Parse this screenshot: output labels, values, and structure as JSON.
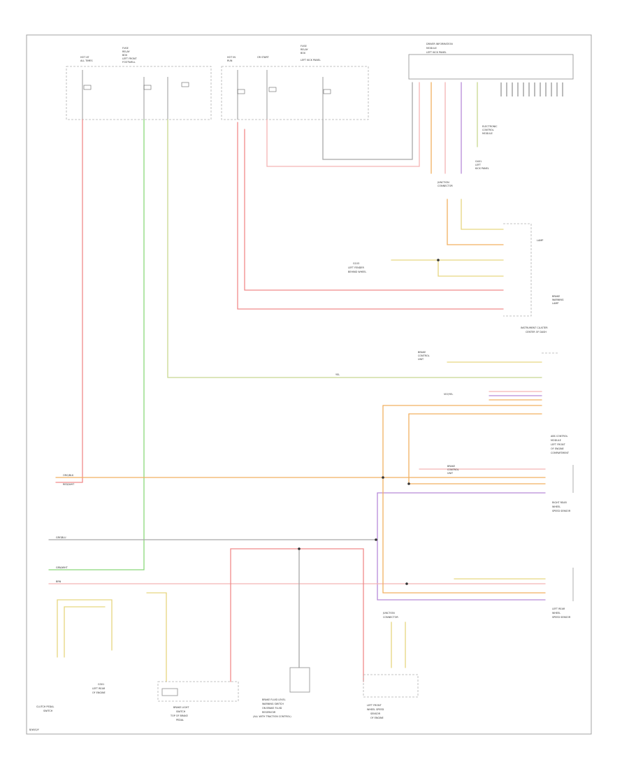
{
  "colors": {
    "red": "#f08a8a",
    "pink": "#f4b4b4",
    "green": "#8ad87a",
    "yellowgreen": "#c8d890",
    "orange": "#f2b060",
    "purple": "#b68ad8",
    "violet": "#cf9ad8",
    "grey": "#a8a8a8",
    "yellow": "#e6d680",
    "frame": "#9a9a9a"
  },
  "components": {
    "fuse_box_left": [
      "HOT AT",
      "ALL TIMES",
      "FUSE",
      "RELAY",
      "BOX",
      "LEFT FRONT",
      "FOOTWELL"
    ],
    "fuse_box_mid": [
      "HOT IN",
      "RUN",
      "OR START",
      "FUSE",
      "RELAY",
      "BOX",
      "LEFT KICK PANEL"
    ],
    "module_top_right": [
      "DRIVER INFORMATION",
      "MODULE",
      "LEFT KICK PANEL"
    ],
    "module_top_right_note": [
      "ELECTRONIC",
      "CONTROL",
      "MODULE"
    ],
    "ground_top": [
      "G401",
      "LEFT",
      "KICK PANEL"
    ],
    "junction_top": [
      "JUNCTION",
      "CONNECTOR"
    ],
    "instrument_cluster": [
      "INSTRUMENT CLUSTER",
      "CENTER OF DASH"
    ],
    "cluster_lamp1": [
      "LAMP"
    ],
    "cluster_lamp2": [
      "BRAKE",
      "WARNING",
      "LAMP"
    ],
    "ground_mid": [
      "G103",
      "LEFT FENDER",
      "BEHIND WHEEL"
    ],
    "module_right": [
      "ABS CONTROL",
      "MODULE",
      "LEFT FRONT",
      "OF ENGINE",
      "COMPARTMENT"
    ],
    "sensor_rear_right": [
      "RIGHT REAR",
      "WHEEL",
      "SPEED SENSOR"
    ],
    "sensor_rear_left": [
      "LEFT REAR",
      "WHEEL",
      "SPEED SENSOR"
    ],
    "brake_top_ground": [
      "BRAKE",
      "CONTROL",
      "UNIT"
    ],
    "brake_mid_ground": [
      "BRAKE",
      "CONTROL",
      "UNIT"
    ],
    "bottom_left_a": [
      "CLUTCH PEDAL",
      "SWITCH"
    ],
    "bottom_left_b": [
      "G301",
      "LEFT REAR",
      "OF ENGINE"
    ],
    "bottom_mid_a": [
      "BRAKE LIGHT",
      "SWITCH",
      "TOP OF BRAKE",
      "PEDAL"
    ],
    "bottom_mid_b": [
      "BRAKE FLUID LEVEL",
      "WARNING SWITCH",
      "ON BRAKE FLUID",
      "RESERVOIR",
      "(ALL WITH TRACTION CONTROL)"
    ],
    "bottom_right": [
      "LEFT FRONT",
      "WHEEL SPEED",
      "SENSOR",
      "OF ENGINE"
    ],
    "junction_bottom": [
      "JUNCTION",
      "CONNECTOR"
    ]
  },
  "wire_labels": {
    "red": "RED/WHT",
    "green": "GRN/WHT",
    "grey": "GRY/BLU",
    "orange": "ORG/BLK",
    "brown": "BRN",
    "yellow": "YEL",
    "purple": "VIO/YEL"
  },
  "page_ref": "B/W/G/Y"
}
